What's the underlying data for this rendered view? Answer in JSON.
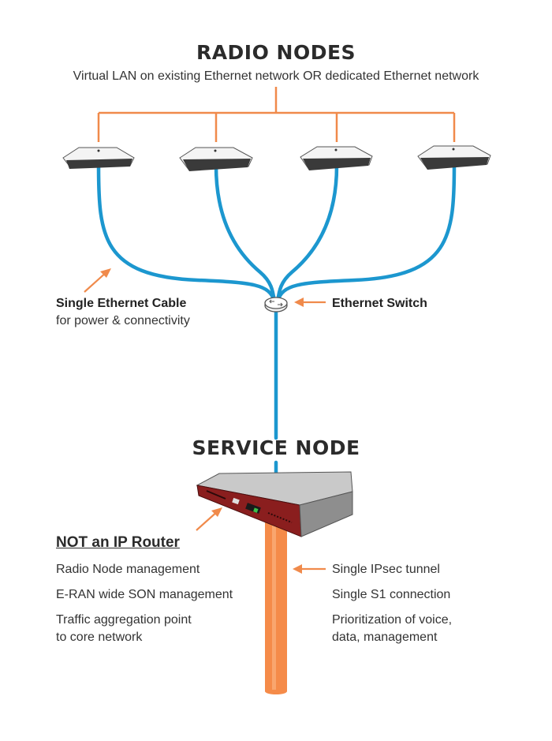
{
  "radio_nodes": {
    "title": "RADIO NODES",
    "subtitle": "Virtual LAN on existing Ethernet network OR dedicated Ethernet network"
  },
  "cable_label": {
    "title": "Single Ethernet Cable",
    "desc": "for power & connectivity"
  },
  "switch_label": "Ethernet Switch",
  "service_node": {
    "title": "SERVICE NODE"
  },
  "left_block": {
    "title": "NOT an IP Router",
    "items": [
      "Radio Node management",
      "E-RAN wide SON management",
      "Traffic aggregation point",
      "to core network"
    ]
  },
  "right_block": {
    "items": [
      "Single IPsec tunnel",
      "Single S1 connection",
      "Prioritization of voice,",
      "data, management"
    ]
  },
  "colors": {
    "orange": "#f08a4b",
    "blue": "#1c97cf",
    "device_red": "#7a1a1a"
  }
}
